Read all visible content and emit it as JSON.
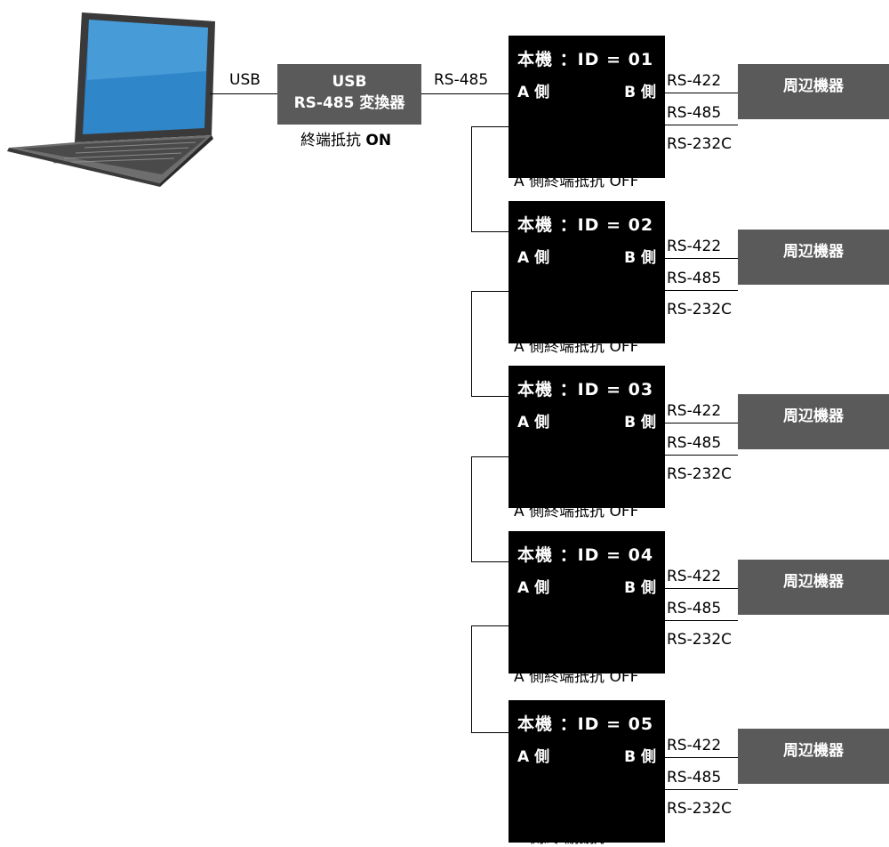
{
  "laptop": {
    "icon": "laptop-icon"
  },
  "pc_link_label": "USB",
  "converter": {
    "line1": "USB",
    "line2": "RS-485 変換器",
    "termination_prefix": "終端抵抗 ",
    "termination_state": "ON"
  },
  "bus_label": "RS-485",
  "units": [
    {
      "title": "本機 ：ID = 01",
      "a_side": "A 側",
      "b_side": "B 側",
      "ports": [
        "RS-422",
        "RS-485",
        "RS-232C"
      ],
      "peripheral": "周辺機器",
      "termination_prefix": "A 側終端抵抗 ",
      "termination_state": "OFF"
    },
    {
      "title": "本機 ：ID = 02",
      "a_side": "A 側",
      "b_side": "B 側",
      "ports": [
        "RS-422",
        "RS-485",
        "RS-232C"
      ],
      "peripheral": "周辺機器",
      "termination_prefix": "A 側終端抵抗 ",
      "termination_state": "OFF"
    },
    {
      "title": "本機 ：ID = 03",
      "a_side": "A 側",
      "b_side": "B 側",
      "ports": [
        "RS-422",
        "RS-485",
        "RS-232C"
      ],
      "peripheral": "周辺機器",
      "termination_prefix": "A 側終端抵抗 ",
      "termination_state": "OFF"
    },
    {
      "title": "本機 ：ID = 04",
      "a_side": "A 側",
      "b_side": "B 側",
      "ports": [
        "RS-422",
        "RS-485",
        "RS-232C"
      ],
      "peripheral": "周辺機器",
      "termination_prefix": "A 側終端抵抗 ",
      "termination_state": "OFF"
    },
    {
      "title": "本機 ：ID = 05",
      "a_side": "A 側",
      "b_side": "B 側",
      "ports": [
        "RS-422",
        "RS-485",
        "RS-232C"
      ],
      "peripheral": "周辺機器",
      "termination_prefix": "A 側終端抵抗 ",
      "termination_state": "ON"
    }
  ]
}
